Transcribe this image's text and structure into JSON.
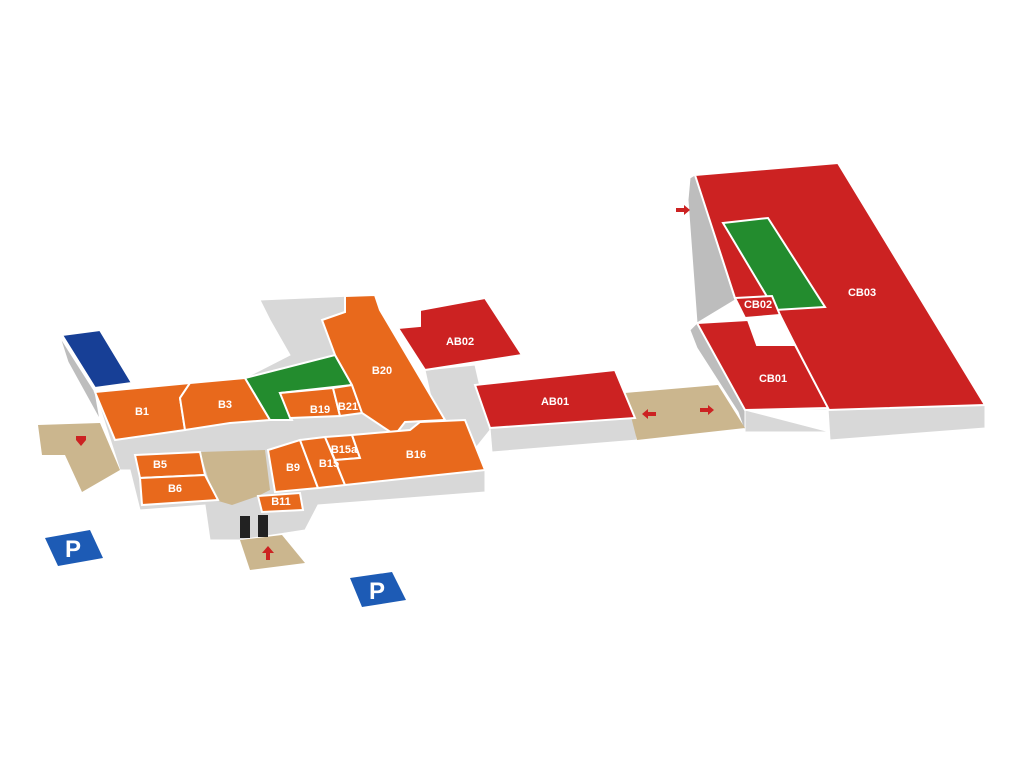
{
  "map": {
    "colors": {
      "red": "#cc2222",
      "orange": "#e8691c",
      "green": "#238c2e",
      "blue": "#173f96",
      "tan": "#cbb68e",
      "wall": "#d8d8d8",
      "parking": "#1d5bb5"
    },
    "rooms": {
      "B1": "B1",
      "B3": "B3",
      "B5": "B5",
      "B6": "B6",
      "B9": "B9",
      "B11": "B11",
      "B15": "B15",
      "B15a": "B15a",
      "B16": "B16",
      "B19": "B19",
      "B20": "B20",
      "B21": "B21",
      "AB01": "AB01",
      "AB02": "AB02",
      "CB01": "CB01",
      "CB02": "CB02",
      "CB03": "CB03"
    },
    "parking": [
      "P",
      "P"
    ],
    "icons": [
      "entrance-arrow-icon",
      "parking-icon"
    ]
  }
}
